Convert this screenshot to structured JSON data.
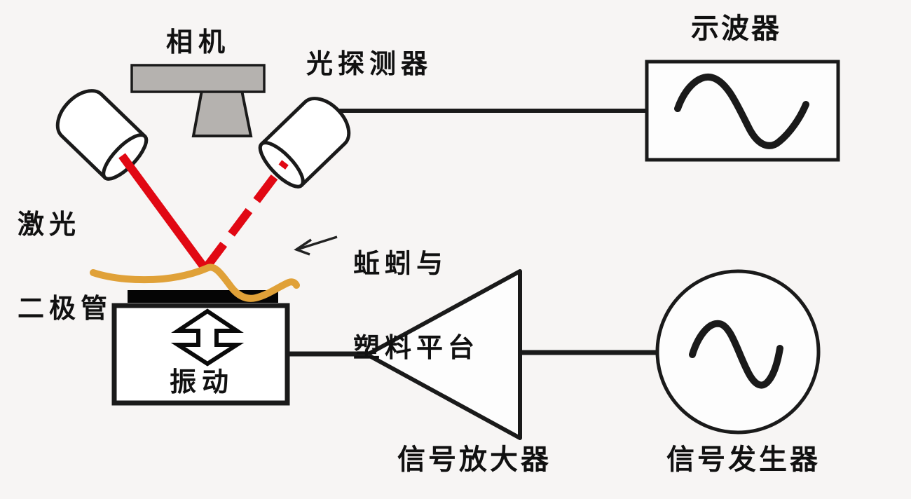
{
  "labels": {
    "camera": "相机",
    "photodetector": "光探测器",
    "oscilloscope": "示波器",
    "laser_diode_line1": "激光",
    "laser_diode_line2": "二极管",
    "platform_line1": "蚯蚓与",
    "platform_line2": "塑料平台",
    "vibration": "振动",
    "amplifier": "信号放大器",
    "generator": "信号发生器"
  },
  "colors": {
    "laser_beam": "#e10813",
    "worm": "#e0a138",
    "camera_gray": "#b5b2af",
    "outline": "#1a1a1a",
    "background": "#f7f5f4"
  },
  "components": [
    {
      "id": "camera",
      "label": "相机",
      "symbol": "camera-block"
    },
    {
      "id": "laser-diode",
      "label": "激光二极管",
      "symbol": "tilted-cylinder"
    },
    {
      "id": "photodetector",
      "label": "光探测器",
      "symbol": "tilted-cylinder"
    },
    {
      "id": "worm-platform",
      "label": "蚯蚓与塑料平台",
      "symbol": "worm-on-black-platform"
    },
    {
      "id": "vibration-stage",
      "label": "振动",
      "symbol": "box-with-double-arrow"
    },
    {
      "id": "amplifier",
      "label": "信号放大器",
      "symbol": "left-pointing-triangle"
    },
    {
      "id": "signal-generator",
      "label": "信号发生器",
      "symbol": "circle-with-sine-wave"
    },
    {
      "id": "oscilloscope",
      "label": "示波器",
      "symbol": "box-with-sine-wave"
    }
  ],
  "connections": [
    {
      "from": "laser-diode",
      "to": "worm-platform",
      "style": "solid-red-beam"
    },
    {
      "from": "worm-platform",
      "to": "photodetector",
      "style": "dashed-red-beam"
    },
    {
      "from": "photodetector",
      "to": "oscilloscope",
      "style": "wire"
    },
    {
      "from": "vibration-stage",
      "to": "amplifier",
      "style": "wire"
    },
    {
      "from": "amplifier",
      "to": "signal-generator",
      "style": "wire"
    }
  ]
}
